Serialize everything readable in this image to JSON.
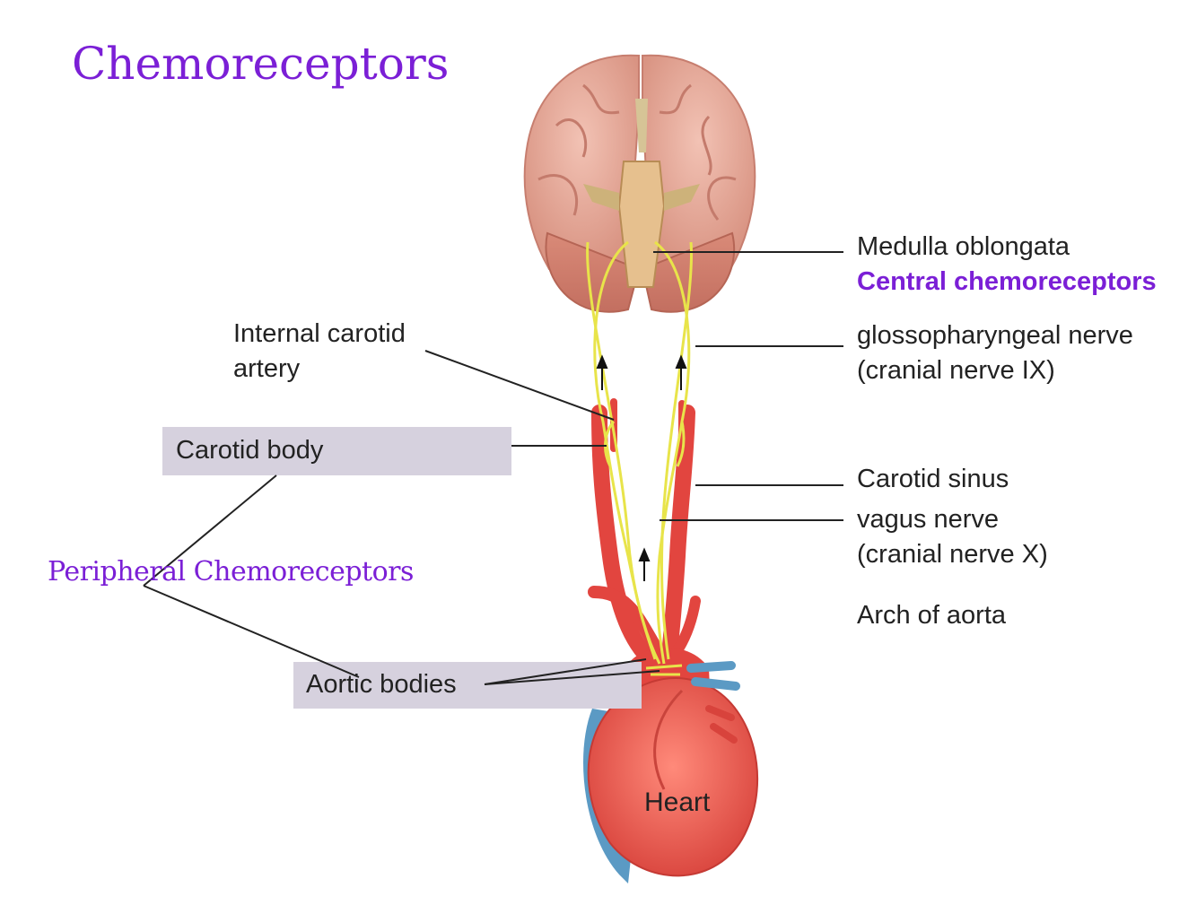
{
  "title": "Chemoreceptors",
  "labels": {
    "medulla": "Medulla oblongata",
    "central": "Central chemoreceptors",
    "glosso_line1": "glossopharyngeal nerve",
    "glosso_line2": "(cranial nerve IX)",
    "internal_line1": "Internal carotid",
    "internal_line2": "artery",
    "carotid_body": "Carotid body",
    "carotid_sinus": "Carotid sinus",
    "vagus_line1": "vagus nerve",
    "vagus_line2": "(cranial nerve X)",
    "arch": "Arch of aorta",
    "peripheral": "Peripheral Chemoreceptors",
    "aortic_bodies": "Aortic bodies",
    "heart": "Heart"
  },
  "colors": {
    "accent_purple": "#7b1fd6",
    "label_box": "#d6d1de",
    "artery_red": "#e2453f",
    "nerve_yellow": "#e8e44a",
    "vein_blue": "#5b9ac4"
  }
}
